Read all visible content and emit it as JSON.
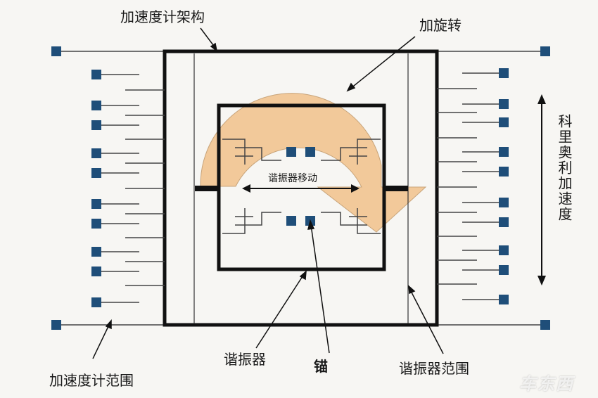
{
  "labels": {
    "accelerometer_frame": "加速度计架构",
    "rotation": "加旋转",
    "coriolis_acceleration": "科里奥利加速度",
    "resonator_motion": "谐振器移动",
    "resonator": "谐振器",
    "anchor": "锚",
    "resonator_range": "谐振器范围",
    "accelerometer_range": "加速度计范围",
    "watermark": "车东西"
  },
  "colors": {
    "stroke": "#111111",
    "pad": "#1f4e79",
    "rotation_fill": "#f2c99a",
    "background": "#f7f6f3"
  }
}
